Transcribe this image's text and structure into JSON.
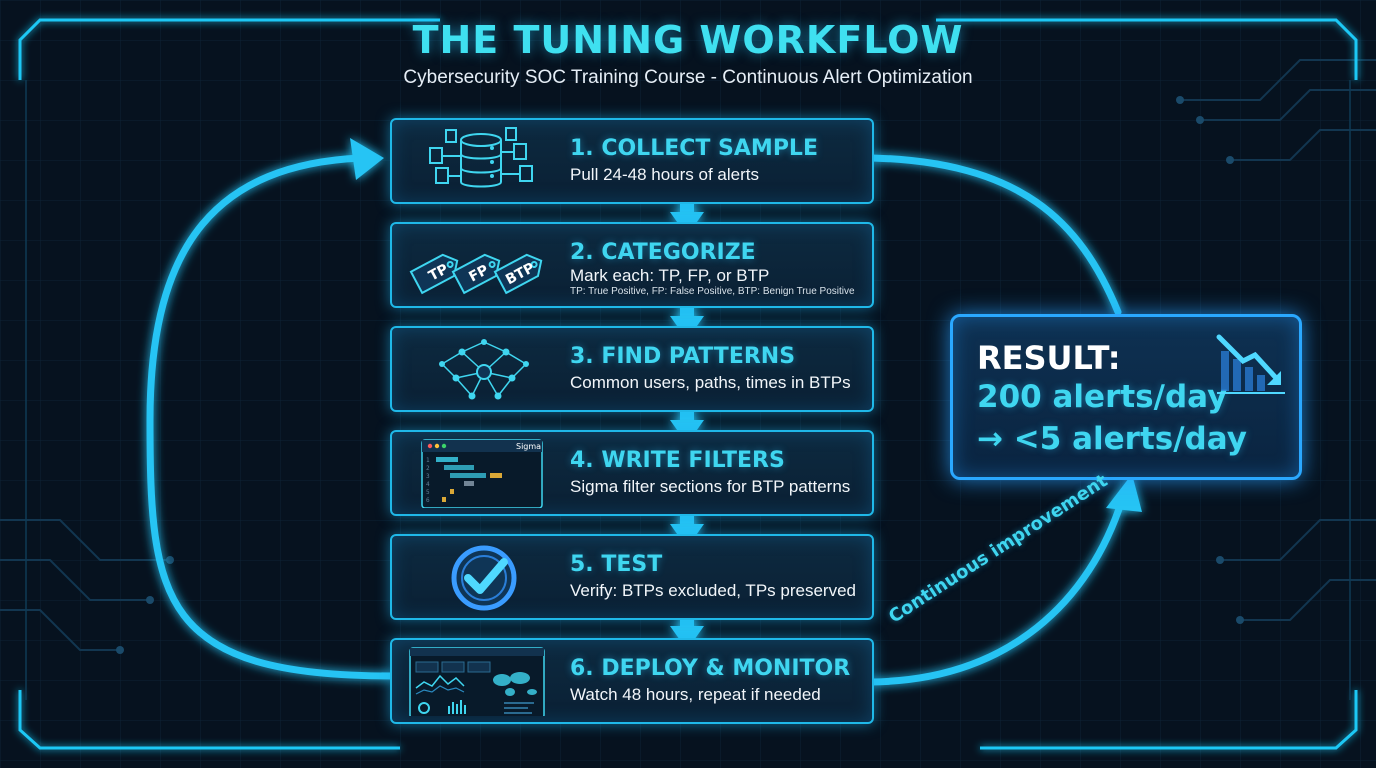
{
  "header": {
    "title": "THE TUNING WORKFLOW",
    "subtitle": "Cybersecurity SOC Training Course - Continuous Alert Optimization"
  },
  "steps": [
    {
      "title": "1. COLLECT SAMPLE",
      "desc": "Pull 24-48 hours of alerts",
      "icon": "database-icon"
    },
    {
      "title": "2. CATEGORIZE",
      "desc": "Mark each: TP, FP, or BTP",
      "note": "TP: True Positive, FP: False Positive, BTP: Benign True Positive",
      "icon": "tags-icon",
      "tags": [
        "TP",
        "FP",
        "BTP"
      ]
    },
    {
      "title": "3. FIND PATTERNS",
      "desc": "Common users, paths, times in BTPs",
      "icon": "network-icon"
    },
    {
      "title": "4. WRITE FILTERS",
      "desc": "Sigma filter sections for BTP patterns",
      "icon": "code-editor-icon",
      "editor_title": "Sigma"
    },
    {
      "title": "5. TEST",
      "desc": "Verify: BTPs excluded, TPs preserved",
      "icon": "check-badge-icon"
    },
    {
      "title": "6. DEPLOY & MONITOR",
      "desc": "Watch 48 hours, repeat if needed",
      "icon": "dashboard-icon"
    }
  ],
  "result": {
    "label": "RESULT:",
    "line1": "200 alerts/day",
    "line2": "→ <5 alerts/day",
    "icon": "trend-down-icon"
  },
  "loop_label": "Continuous improvement",
  "colors": {
    "accent": "#3fd6f0",
    "background": "#06121f",
    "border": "#1fb8e8",
    "result_border": "#2aa8ff"
  }
}
